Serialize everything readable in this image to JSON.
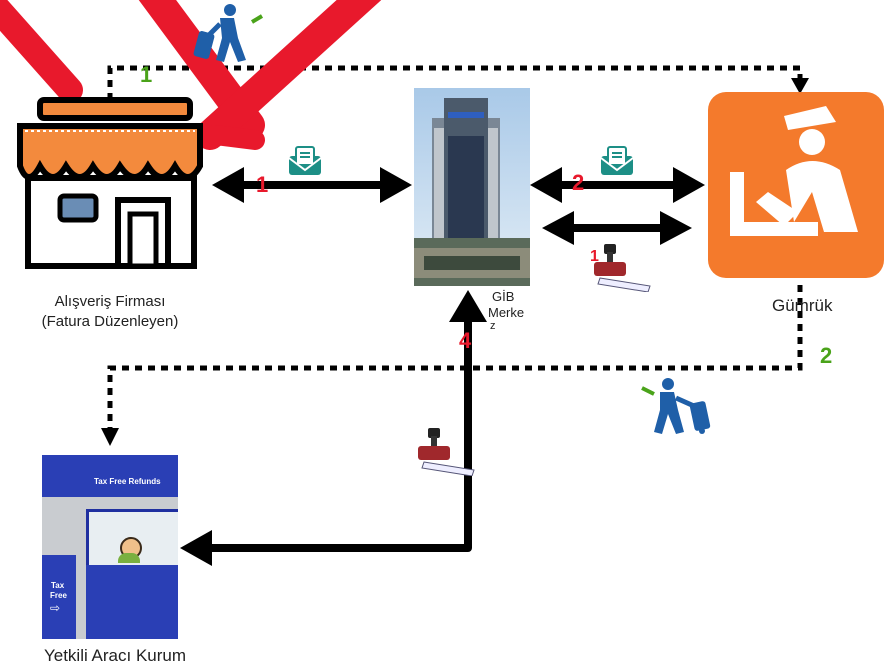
{
  "nodes": {
    "shop": {
      "name": "Alışveriş Firması",
      "subtitle": "(Fatura Düzenleyen)"
    },
    "gib": {
      "line1": "GİB",
      "line2": "Merke",
      "line3": "z"
    },
    "customs": {
      "name": "Gümrük"
    },
    "intermediary": {
      "name": "Yetkili Aracı Kurum",
      "sign": "Tax Free Refunds",
      "door_sign_1": "Tax",
      "door_sign_2": "Free"
    }
  },
  "steps": {
    "s1_top": "1",
    "s1_shop_gib": "1",
    "s2_gib_customs": "2",
    "s3_stamp": "1",
    "s4_gib_vertical": "4",
    "s5_customs_down": "2"
  },
  "colors": {
    "arrow": "#000000",
    "step_red": "#e8192c",
    "step_green": "#4aa31a",
    "customs_orange": "#f47a2c",
    "shop_orange": "#f38a3d",
    "traveler_blue": "#1f5fa8",
    "envelope_teal": "#1d8f86"
  },
  "icons": [
    "shop-icon",
    "building-photo",
    "customs-officer-icon",
    "tax-free-office-photo",
    "envelope-icon",
    "stamp-icon",
    "traveler-icon",
    "red-cross-mark"
  ]
}
